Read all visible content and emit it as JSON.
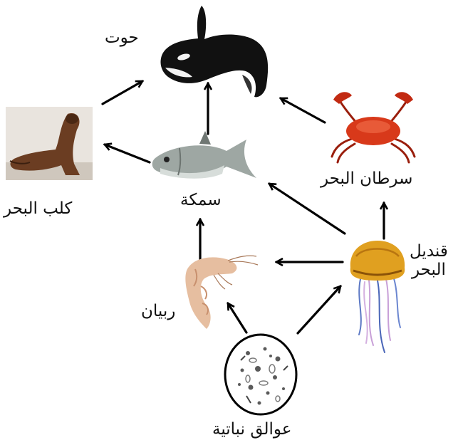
{
  "organisms": {
    "whale": "حوت",
    "sea_lion": "كلب البحر",
    "fish": "سمكة",
    "crab": "سرطان البحر",
    "jellyfish_line1": "قنديل",
    "jellyfish_line2": "البحر",
    "shrimp": "ربيان",
    "phytoplankton": "عوالق نباتية"
  },
  "feeding_links": [
    [
      "phytoplankton",
      "shrimp"
    ],
    [
      "phytoplankton",
      "jellyfish"
    ],
    [
      "shrimp",
      "fish"
    ],
    [
      "jellyfish",
      "shrimp"
    ],
    [
      "jellyfish",
      "fish"
    ],
    [
      "jellyfish",
      "crab"
    ],
    [
      "fish",
      "whale"
    ],
    [
      "fish",
      "sea_lion"
    ],
    [
      "sea_lion",
      "whale"
    ],
    [
      "crab",
      "whale"
    ]
  ]
}
